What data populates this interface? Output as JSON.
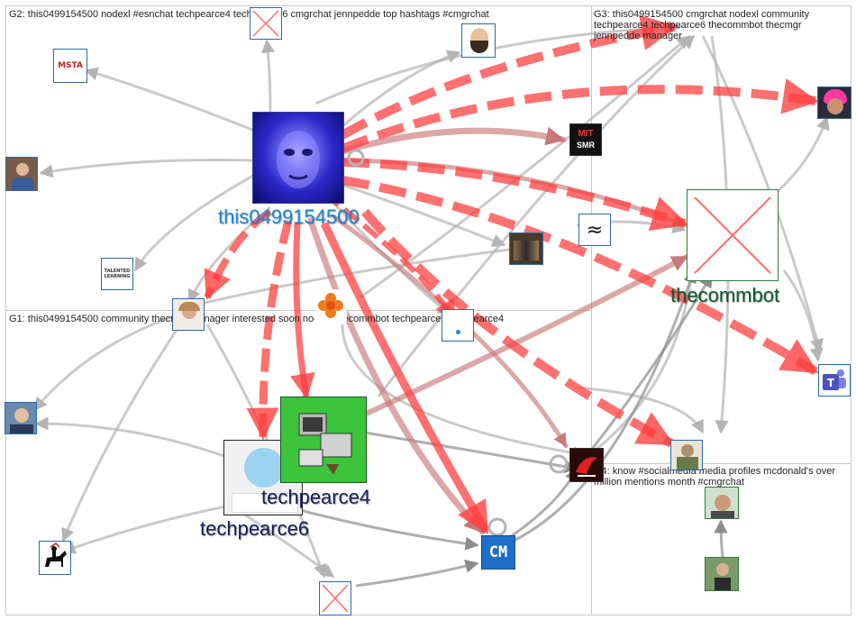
{
  "groups": [
    {
      "id": "G1",
      "caption": "G1: this0499154500 community thecmgr manager interested soon nodexl thecommbot techpearce6 techpearce4"
    },
    {
      "id": "G2",
      "caption": "G2: this0499154500 nodexl #esnchat techpearce4 techpearce6 cmgrchat jennpedde top hashtags #cmgrchat"
    },
    {
      "id": "G3",
      "caption": "G3: this0499154500 cmgrchat nodexl community techpearce4 techpearce6 thecommbot thecmgr jennpedde manager"
    },
    {
      "id": "G4",
      "caption": "G4: know #socialmedia media profiles mcdonald's over million mentions month #cmgrchat"
    }
  ],
  "labels": {
    "this0499154500": "this0499154500",
    "techpearce4": "techpearce4",
    "techpearce6": "techpearce6",
    "thecommbot": "thecommbot"
  },
  "icons": {
    "msta": "MSTA",
    "mit_top": "MIT",
    "mit_bottom": "SMR",
    "talented": "TALENTED LEARNING",
    "cm": "CM"
  },
  "colors": {
    "strong_edge": "#ff4040",
    "gray_edge": "#b4b4b4",
    "hub_edge": "#c87878",
    "label_blue": "#1e88d8",
    "label_navy": "#141e5a",
    "label_green": "#0a5a32"
  }
}
